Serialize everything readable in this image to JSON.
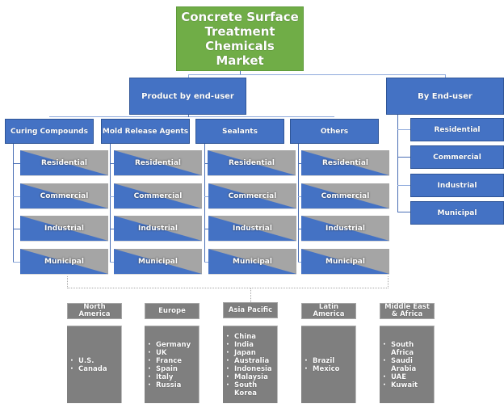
{
  "title": "Concrete Surface Treatment Chemicals Market",
  "branches": {
    "product": {
      "label": "Product by end-user",
      "categories": [
        {
          "label": "Curing Compounds",
          "items": [
            "Residential",
            "Commercial",
            "Industrial",
            "Municipal"
          ]
        },
        {
          "label": "Mold Release Agents",
          "items": [
            "Residential",
            "Commercial",
            "Industrial",
            "Municipal"
          ]
        },
        {
          "label": "Sealants",
          "items": [
            "Residential",
            "Commercial",
            "Industrial",
            "Municipal"
          ]
        },
        {
          "label": "Others",
          "items": [
            "Residential",
            "Commercial",
            "Industrial",
            "Municipal"
          ]
        }
      ]
    },
    "end_user": {
      "label": "By End-user",
      "items": [
        "Residential",
        "Commercial",
        "Industrial",
        "Municipal"
      ]
    }
  },
  "regions": [
    {
      "label": "North America",
      "countries": [
        "U.S.",
        "Canada"
      ]
    },
    {
      "label": "Europe",
      "countries": [
        "Germany",
        "UK",
        "France",
        "Spain",
        "Italy",
        "Russia"
      ]
    },
    {
      "label": "Asia Pacific",
      "countries": [
        "China",
        "India",
        "Japan",
        "Australia",
        "Indonesia",
        "Malaysia",
        "South Korea"
      ]
    },
    {
      "label": "Latin America",
      "countries": [
        "Brazil",
        "Mexico"
      ]
    },
    {
      "label": "Middle East & Africa",
      "countries": [
        "South Africa",
        "Saudi Arabia",
        "UAE",
        "Kuwait"
      ]
    }
  ],
  "colors": {
    "root": "#70ad47",
    "node": "#4472c4",
    "leaf_secondary": "#a5a5a5",
    "region": "#7f7f7f"
  }
}
